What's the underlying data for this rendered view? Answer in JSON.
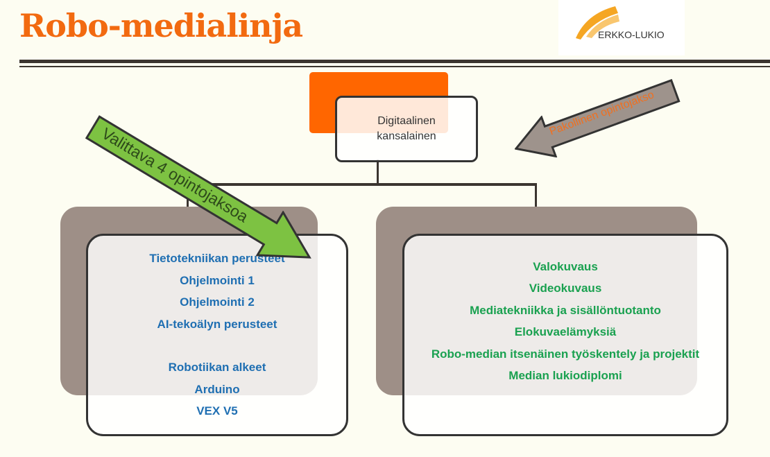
{
  "title": "Robo-medialinja",
  "logo": {
    "text": "ERKKO-LUKIO"
  },
  "top_box": {
    "line1": "Digitaalinen",
    "line2": "kansalainen"
  },
  "green_arrow": {
    "label": "Valittava 4 opintojaksoa",
    "color": "#7dc242"
  },
  "grey_arrow": {
    "label": "Pakollinen opintojakso",
    "color": "#9e938c"
  },
  "left_box": {
    "items": [
      "Tietotekniikan perusteet",
      "Ohjelmointi 1",
      "Ohjelmointi 2",
      "AI-tekoälyn perusteet",
      "",
      "Robotiikan alkeet",
      "Arduino",
      "VEX V5"
    ]
  },
  "right_box": {
    "items": [
      "Valokuvaus",
      "Videokuvaus",
      "Mediatekniikka ja sisällöntuotanto",
      "Elokuvaelämyksiä",
      "Robo-median itsenäinen työskentely ja projektit",
      "Median lukiodiplomi"
    ]
  }
}
